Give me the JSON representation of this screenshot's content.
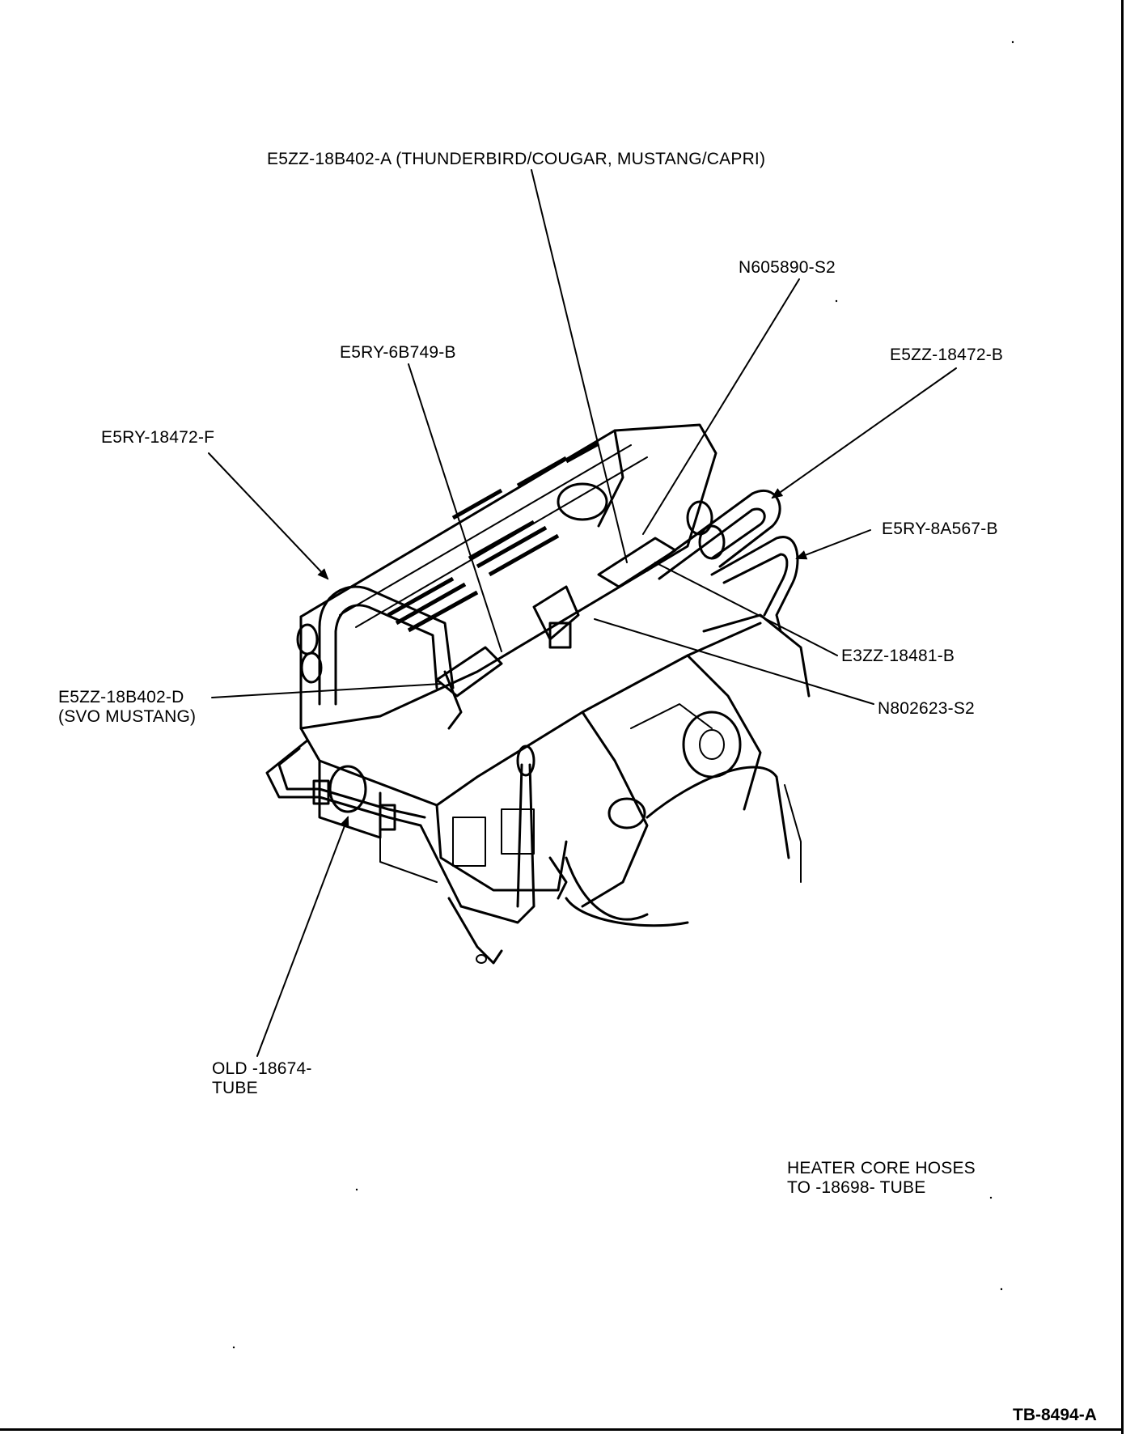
{
  "callouts": {
    "top_harness": "E5ZZ-18B402-A (THUNDERBIRD/COUGAR, MUSTANG/CAPRI)",
    "clip_n605890": "N605890-S2",
    "bracket_6b749": "E5RY-6B749-B",
    "hose_18472b": "E5ZZ-18472-B",
    "hose_18472f": "E5RY-18472-F",
    "hose_8a567": "E5RY-8A567-B",
    "connector_18481": "E3ZZ-18481-B",
    "harness_svo_line1": "E5ZZ-18B402-D",
    "harness_svo_line2": "(SVO MUSTANG)",
    "screw_n802623": "N802623-S2",
    "old_tube_line1": "OLD -18674-",
    "old_tube_line2": "TUBE"
  },
  "note": {
    "line1": "HEATER CORE HOSES",
    "line2": "TO -18698- TUBE"
  },
  "figure_ref": "TB-8494-A"
}
